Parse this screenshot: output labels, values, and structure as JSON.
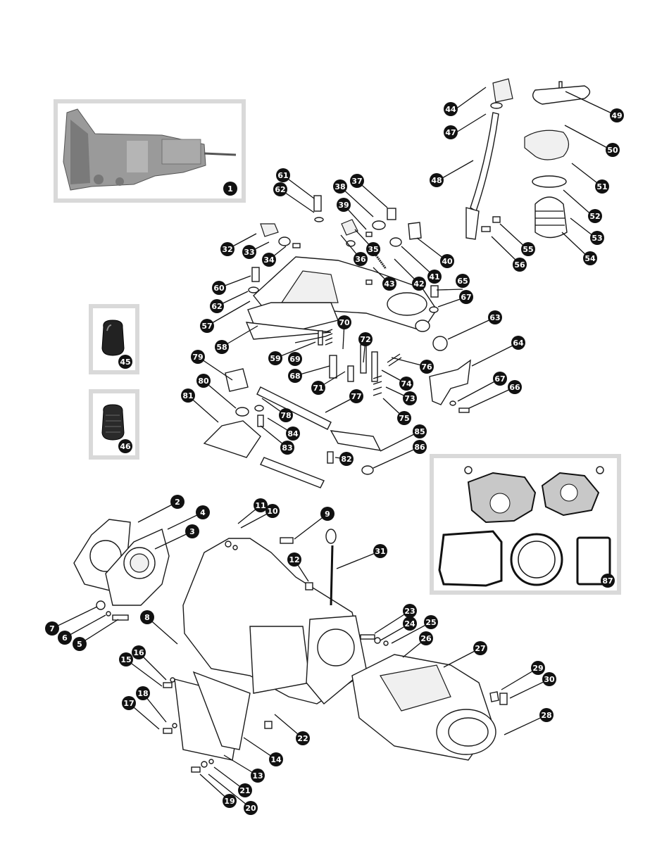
{
  "diagram": {
    "callouts": [
      "1",
      "2",
      "3",
      "4",
      "5",
      "6",
      "7",
      "8",
      "9",
      "10",
      "11",
      "12",
      "13",
      "14",
      "15",
      "16",
      "17",
      "18",
      "19",
      "20",
      "21",
      "22",
      "23",
      "24",
      "25",
      "26",
      "27",
      "28",
      "29",
      "30",
      "31",
      "32",
      "33",
      "34",
      "35",
      "36",
      "37",
      "38",
      "39",
      "40",
      "41",
      "42",
      "43",
      "44",
      "45",
      "46",
      "47",
      "48",
      "49",
      "50",
      "51",
      "52",
      "53",
      "54",
      "55",
      "56",
      "57",
      "58",
      "59",
      "60",
      "61",
      "62",
      "63",
      "64",
      "65",
      "66",
      "67",
      "68",
      "69",
      "70",
      "71",
      "72",
      "73",
      "74",
      "75",
      "76",
      "77",
      "78",
      "79",
      "80",
      "81",
      "82",
      "83",
      "84",
      "85",
      "86",
      "87"
    ],
    "colors": {
      "callout_fill": "#111111",
      "callout_text": "#ffffff",
      "inset_border": "#d9d9d9",
      "gasket_fill": "#c8c8c8"
    }
  }
}
